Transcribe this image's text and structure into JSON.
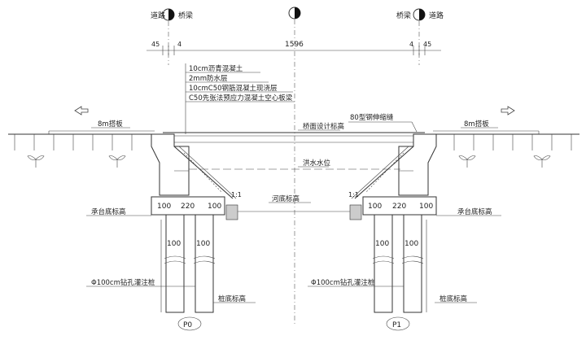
{
  "top_marks": {
    "left": {
      "a": "道路",
      "b": "桥梁"
    },
    "right": {
      "a": "桥梁",
      "b": "道路"
    }
  },
  "dimensions": {
    "left_outer": "45",
    "left_inner": "4",
    "span": "1596",
    "right_inner": "4",
    "right_outer": "45"
  },
  "deck_layers": [
    "10cm沥青混凝土",
    "2mm防水层",
    "10cmC50钢筋混凝土现浇层",
    "C50先张法预应力混凝土空心板梁"
  ],
  "labels": {
    "approach_slab_left": "8m搭板",
    "approach_slab_right": "8m搭板",
    "deck_elev": "桥面设计标高",
    "expansion_joint": "80型钢伸缩缝",
    "water_level": "洪水水位",
    "riverbed_elev": "河底标高",
    "cap_bottom_left": "承台底标高",
    "cap_bottom_right": "承台底标高",
    "pile_left": "Φ100cm钻孔灌注桩",
    "pile_right": "Φ100cm钻孔灌注桩",
    "pile_bottom_left": "桩底标高",
    "pile_bottom_right": "桩底标高",
    "slope_left": "1:1",
    "slope_right": "1:1",
    "pier_left": "P0",
    "pier_right": "P1"
  },
  "cap_dims": {
    "left": [
      "100",
      "220",
      "100"
    ],
    "right": [
      "100",
      "220",
      "100"
    ]
  },
  "pile_dims": {
    "left": [
      "100",
      "100"
    ],
    "right": [
      "100",
      "100"
    ]
  }
}
